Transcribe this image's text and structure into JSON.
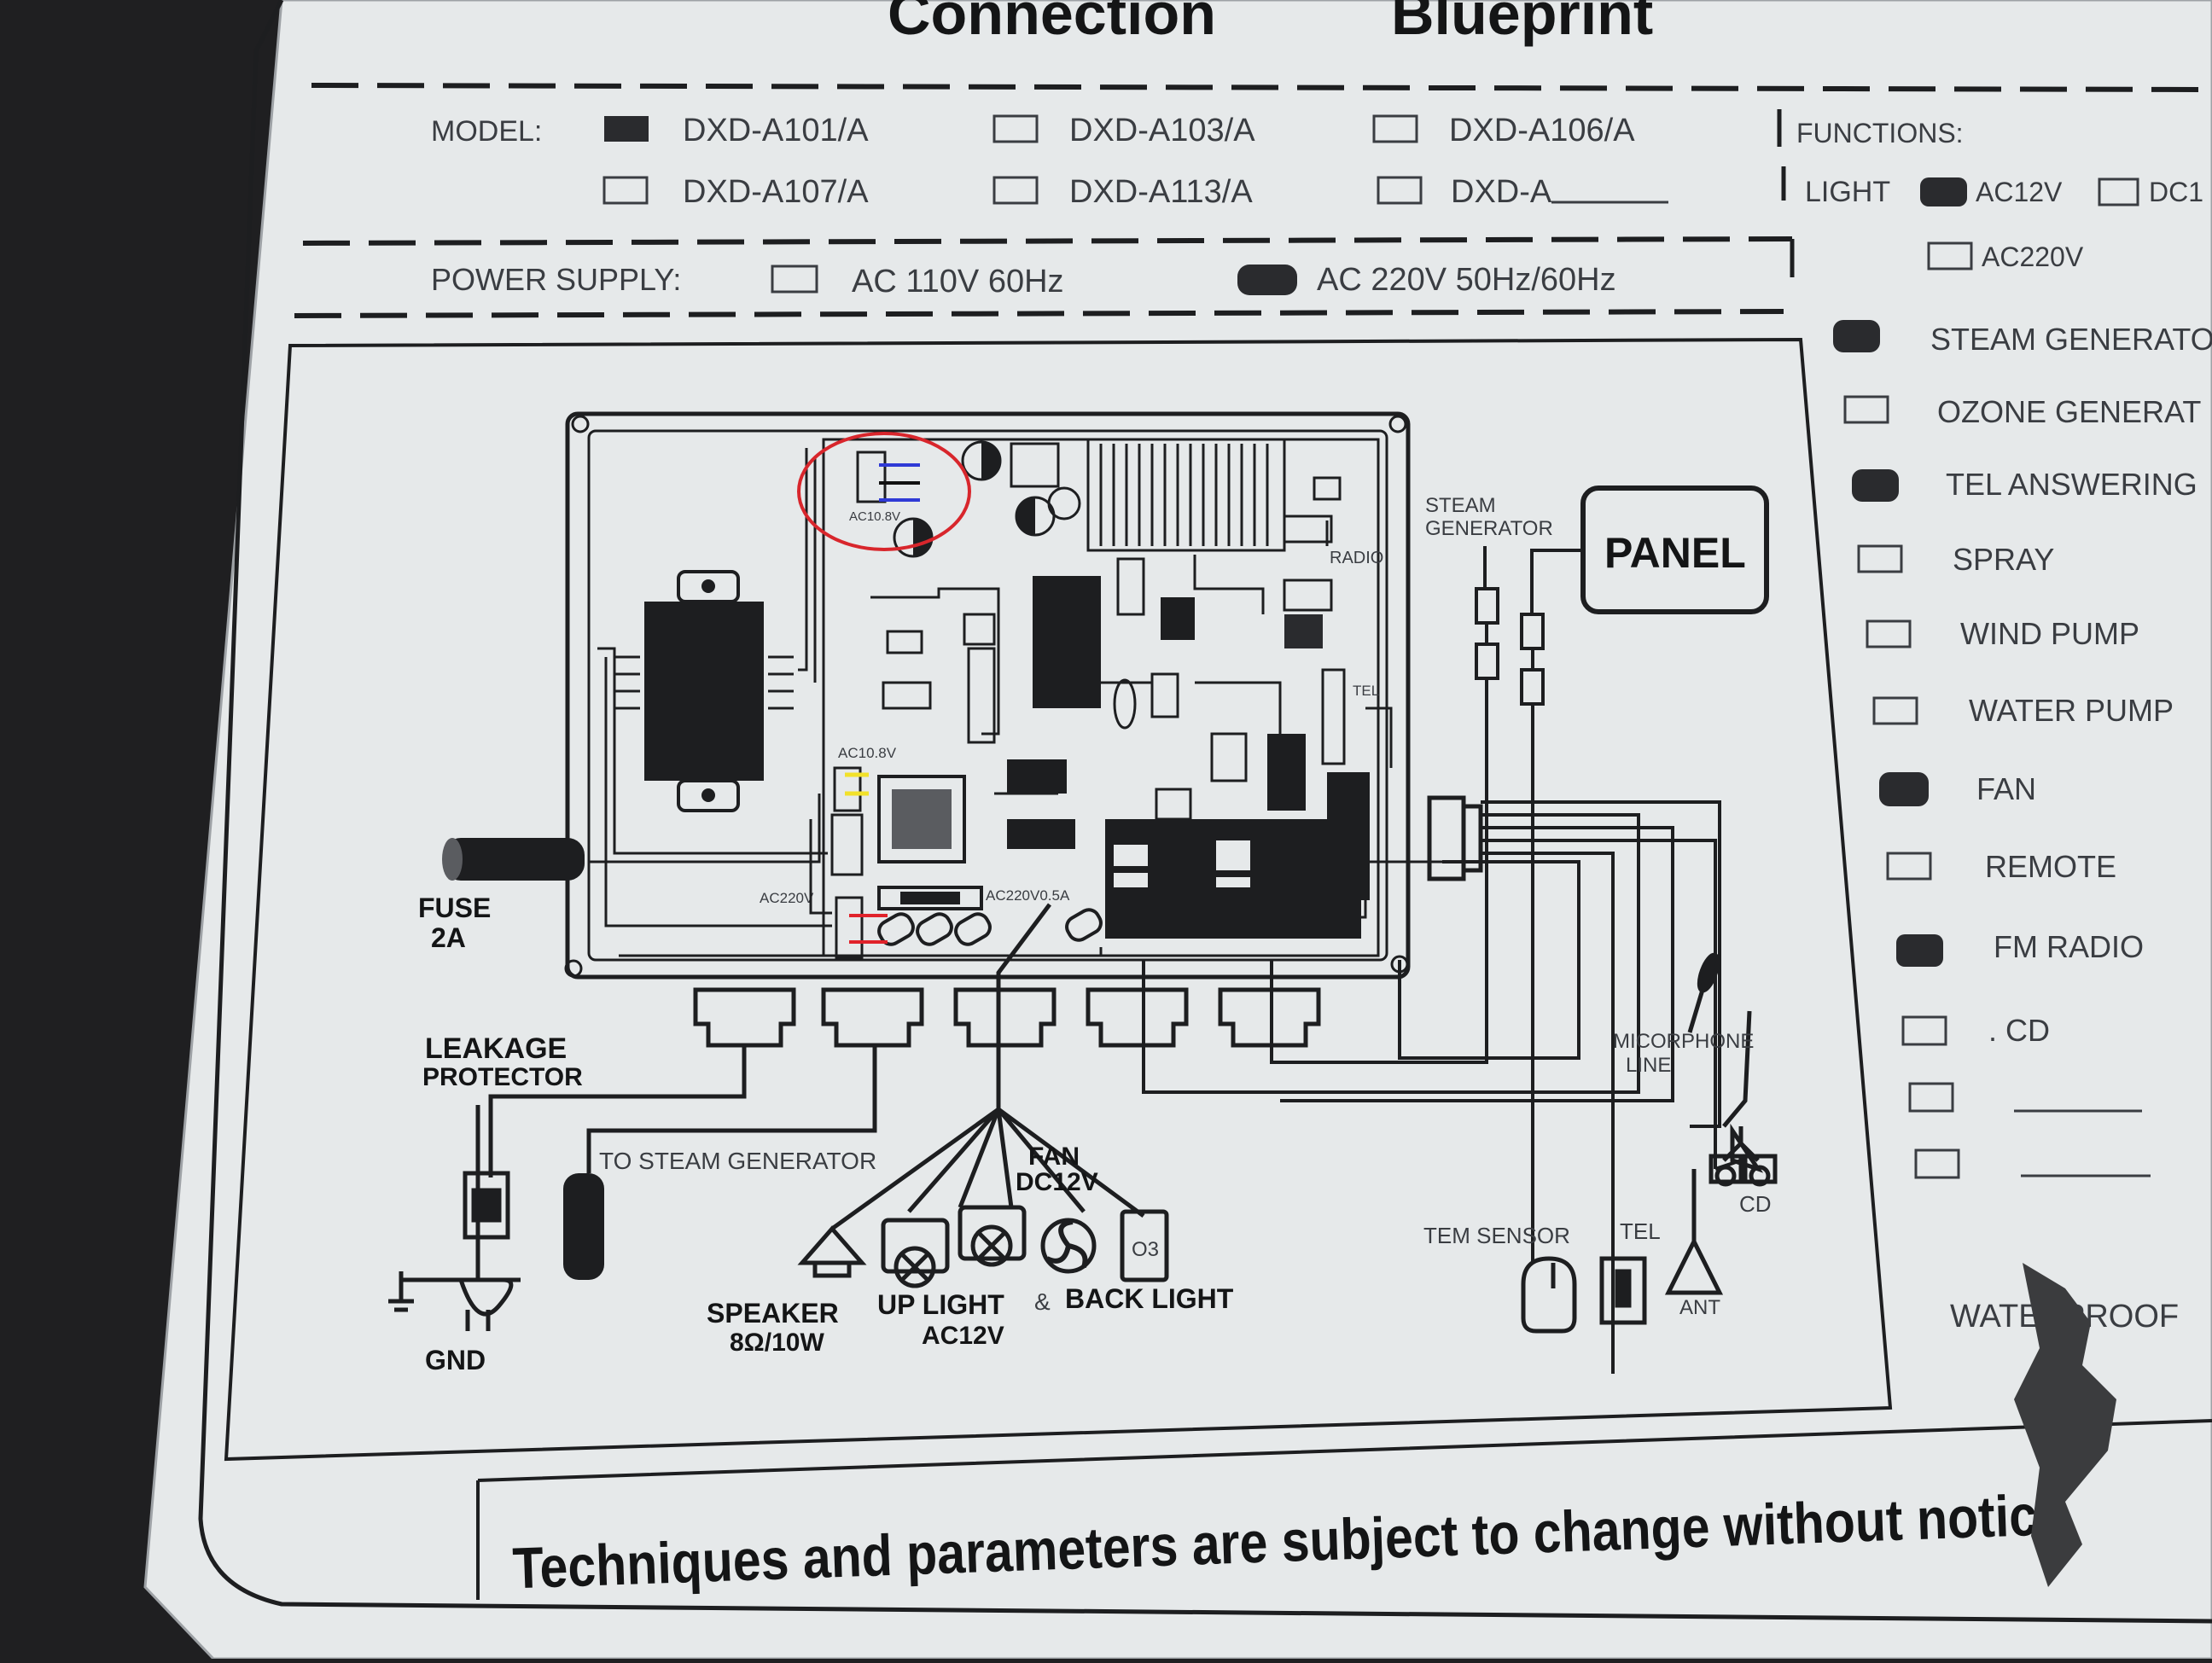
{
  "header": {
    "title_left": "Connection",
    "title_right": "Blueprint"
  },
  "model": {
    "label": "MODEL:",
    "options": [
      {
        "name": "DXD-A101/A",
        "checked": true
      },
      {
        "name": "DXD-A103/A",
        "checked": false
      },
      {
        "name": "DXD-A106/A",
        "checked": false
      },
      {
        "name": "DXD-A107/A",
        "checked": false
      },
      {
        "name": "DXD-A113/A",
        "checked": false
      },
      {
        "name": "DXD-A",
        "checked": false
      }
    ]
  },
  "power_supply": {
    "label": "POWER SUPPLY:",
    "options": [
      {
        "name": "AC 110V 60Hz",
        "checked": false
      },
      {
        "name": "AC 220V 50Hz/60Hz",
        "checked": true
      }
    ]
  },
  "functions": {
    "label": "FUNCTIONS:",
    "light_label": "LIGHT",
    "light_options": [
      {
        "name": "AC12V",
        "checked": true
      },
      {
        "name": "DC1",
        "checked": false
      },
      {
        "name": "AC220V",
        "checked": false
      }
    ],
    "items": [
      {
        "name": "STEAM GENERATO",
        "checked": true
      },
      {
        "name": "OZONE GENERAT",
        "checked": false
      },
      {
        "name": "TEL ANSWERING",
        "checked": true
      },
      {
        "name": "SPRAY",
        "checked": false
      },
      {
        "name": "WIND PUMP",
        "checked": false
      },
      {
        "name": "WATER PUMP",
        "checked": false
      },
      {
        "name": "FAN",
        "checked": true
      },
      {
        "name": "REMOTE",
        "checked": false
      },
      {
        "name": "FM RADIO",
        "checked": true
      },
      {
        "name": ". CD",
        "checked": false
      },
      {
        "name": "",
        "checked": false
      },
      {
        "name": "",
        "checked": false
      }
    ],
    "waterproof": "WATERPROOF"
  },
  "diagram": {
    "fuse": "FUSE",
    "fuse_rating": "2A",
    "leakage_1": "LEAKAGE",
    "leakage_2": "PROTECTOR",
    "gnd": "GND",
    "to_steam": "TO STEAM GENERATOR",
    "speaker_1": "SPEAKER",
    "speaker_2": "8Ω/10W",
    "up_light": "UP LIGHT",
    "amp": "&",
    "back_light": "BACK LIGHT",
    "ac12v": "AC12V",
    "fan_1": "FAN",
    "fan_2": "DC12V",
    "o3": "O3",
    "steam_gen_1": "STEAM",
    "steam_gen_2": "GENERATOR",
    "panel": "PANEL",
    "radio": "RADIO",
    "tel_board": "TEL",
    "mic_1": "MICORPHONE",
    "mic_2": "LINE",
    "cd": "CD",
    "tem_sensor": "TEM SENSOR",
    "tel": "TEL",
    "ant": "ANT",
    "ac10_top": "AC10.8V",
    "ac10_mid": "AC10.8V",
    "ac220_left": "AC220V",
    "ac220_right": "AC220V0.5A"
  },
  "footer": {
    "notice": "Techniques and parameters are subject to change without notice"
  },
  "annotation": {
    "circle_color": "#d8262c",
    "wire_colors": [
      "#2f3ad6",
      "#111111",
      "#2f3ad6",
      "#f2e12a",
      "#f2e12a",
      "#e0222a",
      "#e0222a"
    ]
  }
}
